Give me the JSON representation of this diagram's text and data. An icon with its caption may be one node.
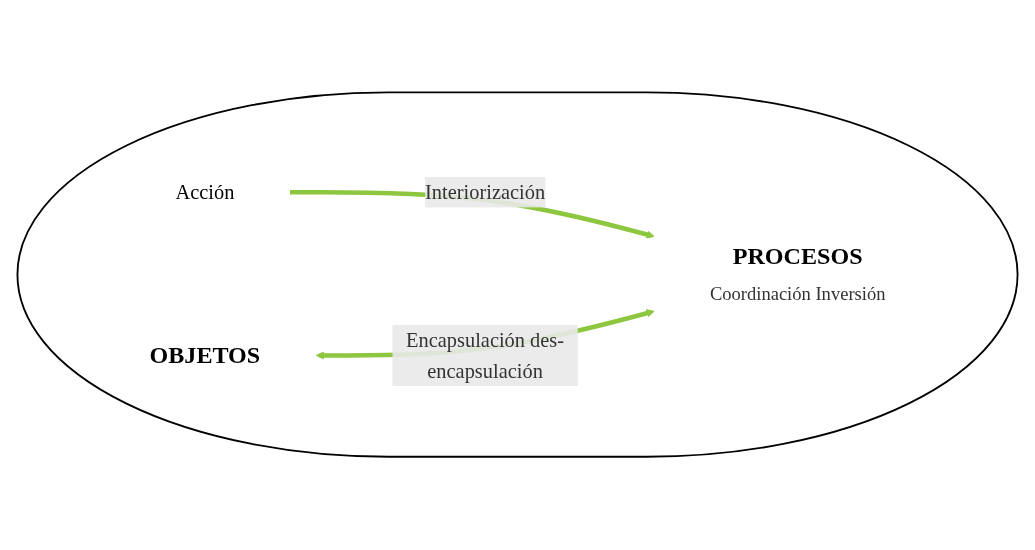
{
  "diagram": {
    "nodes": [
      {
        "text": [],
        "shape": "ellipse"
      },
      {
        "text": [
          "Acción"
        ],
        "in": 0
      },
      {
        "text": [
          "OBJETOS"
        ],
        "in": 0
      },
      {
        "text": [
          "PROCESOS"
        ],
        "in": 0,
        "beside": [
          "Coordinación Inversión"
        ]
      }
    ],
    "edges": [
      {
        "from": 1,
        "to": 3,
        "arrow": "to",
        "label": "Interiorización"
      },
      {
        "from": 2,
        "to": 3,
        "arrow": "both",
        "label": "Encapsulación des-encapsulación"
      }
    ]
  }
}
